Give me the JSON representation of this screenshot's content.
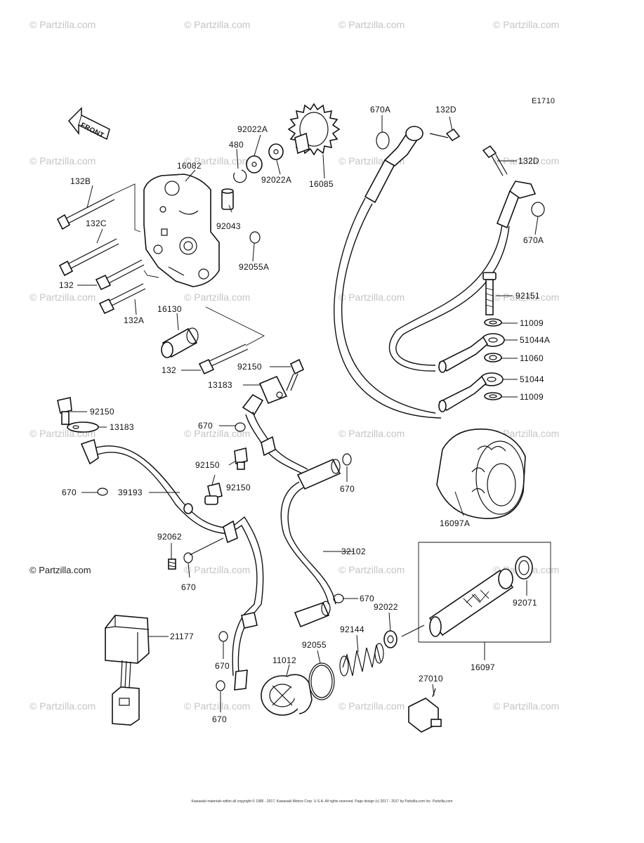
{
  "diagram_code": "E1710",
  "front_label": "FRONT",
  "watermark": "© Partzilla.com",
  "copyright": "© Partzilla.com",
  "footer": "Kawasaki materials within all copyright © 1985 - 2017, Kawasaki Motors Corp. U.S.A. All rights reserved. Page design (c) 2017 - 2017 by Partzilla.com Inc. Partzilla.com",
  "parts": [
    {
      "id": "p_132B",
      "label": "132B"
    },
    {
      "id": "p_16082",
      "label": "16082"
    },
    {
      "id": "p_480",
      "label": "480"
    },
    {
      "id": "p_92022A_top",
      "label": "92022A"
    },
    {
      "id": "p_92022A_bot",
      "label": "92022A"
    },
    {
      "id": "p_16085",
      "label": "16085"
    },
    {
      "id": "p_670A_top",
      "label": "670A"
    },
    {
      "id": "p_132D_top",
      "label": "132D"
    },
    {
      "id": "p_132D_right",
      "label": "132D"
    },
    {
      "id": "p_670A_right",
      "label": "670A"
    },
    {
      "id": "p_132C",
      "label": "132C"
    },
    {
      "id": "p_92043",
      "label": "92043"
    },
    {
      "id": "p_92055A",
      "label": "92055A"
    },
    {
      "id": "p_132_left",
      "label": "132"
    },
    {
      "id": "p_132A",
      "label": "132A"
    },
    {
      "id": "p_16130",
      "label": "16130"
    },
    {
      "id": "p_92151",
      "label": "92151"
    },
    {
      "id": "p_11009_top",
      "label": "11009"
    },
    {
      "id": "p_51044A",
      "label": "51044A"
    },
    {
      "id": "p_11060",
      "label": "11060"
    },
    {
      "id": "p_51044",
      "label": "51044"
    },
    {
      "id": "p_11009_bot",
      "label": "11009"
    },
    {
      "id": "p_132_mid",
      "label": "132"
    },
    {
      "id": "p_92150_mid",
      "label": "92150"
    },
    {
      "id": "p_13183_mid",
      "label": "13183"
    },
    {
      "id": "p_92150_left",
      "label": "92150"
    },
    {
      "id": "p_13183_left",
      "label": "13183"
    },
    {
      "id": "p_670_a",
      "label": "670"
    },
    {
      "id": "p_92150_c1",
      "label": "92150"
    },
    {
      "id": "p_92150_c2",
      "label": "92150"
    },
    {
      "id": "p_670_b",
      "label": "670"
    },
    {
      "id": "p_670_c",
      "label": "670"
    },
    {
      "id": "p_39193",
      "label": "39193"
    },
    {
      "id": "p_16097A",
      "label": "16097A"
    },
    {
      "id": "p_92062",
      "label": "92062"
    },
    {
      "id": "p_670_d",
      "label": "670"
    },
    {
      "id": "p_32102",
      "label": "32102"
    },
    {
      "id": "p_92071",
      "label": "92071"
    },
    {
      "id": "p_670_e",
      "label": "670"
    },
    {
      "id": "p_92022",
      "label": "92022"
    },
    {
      "id": "p_21177",
      "label": "21177"
    },
    {
      "id": "p_92144",
      "label": "92144"
    },
    {
      "id": "p_92055",
      "label": "92055"
    },
    {
      "id": "p_11012",
      "label": "11012"
    },
    {
      "id": "p_670_f",
      "label": "670"
    },
    {
      "id": "p_16097",
      "label": "16097"
    },
    {
      "id": "p_27010",
      "label": "27010"
    },
    {
      "id": "p_670_g",
      "label": "670"
    }
  ]
}
